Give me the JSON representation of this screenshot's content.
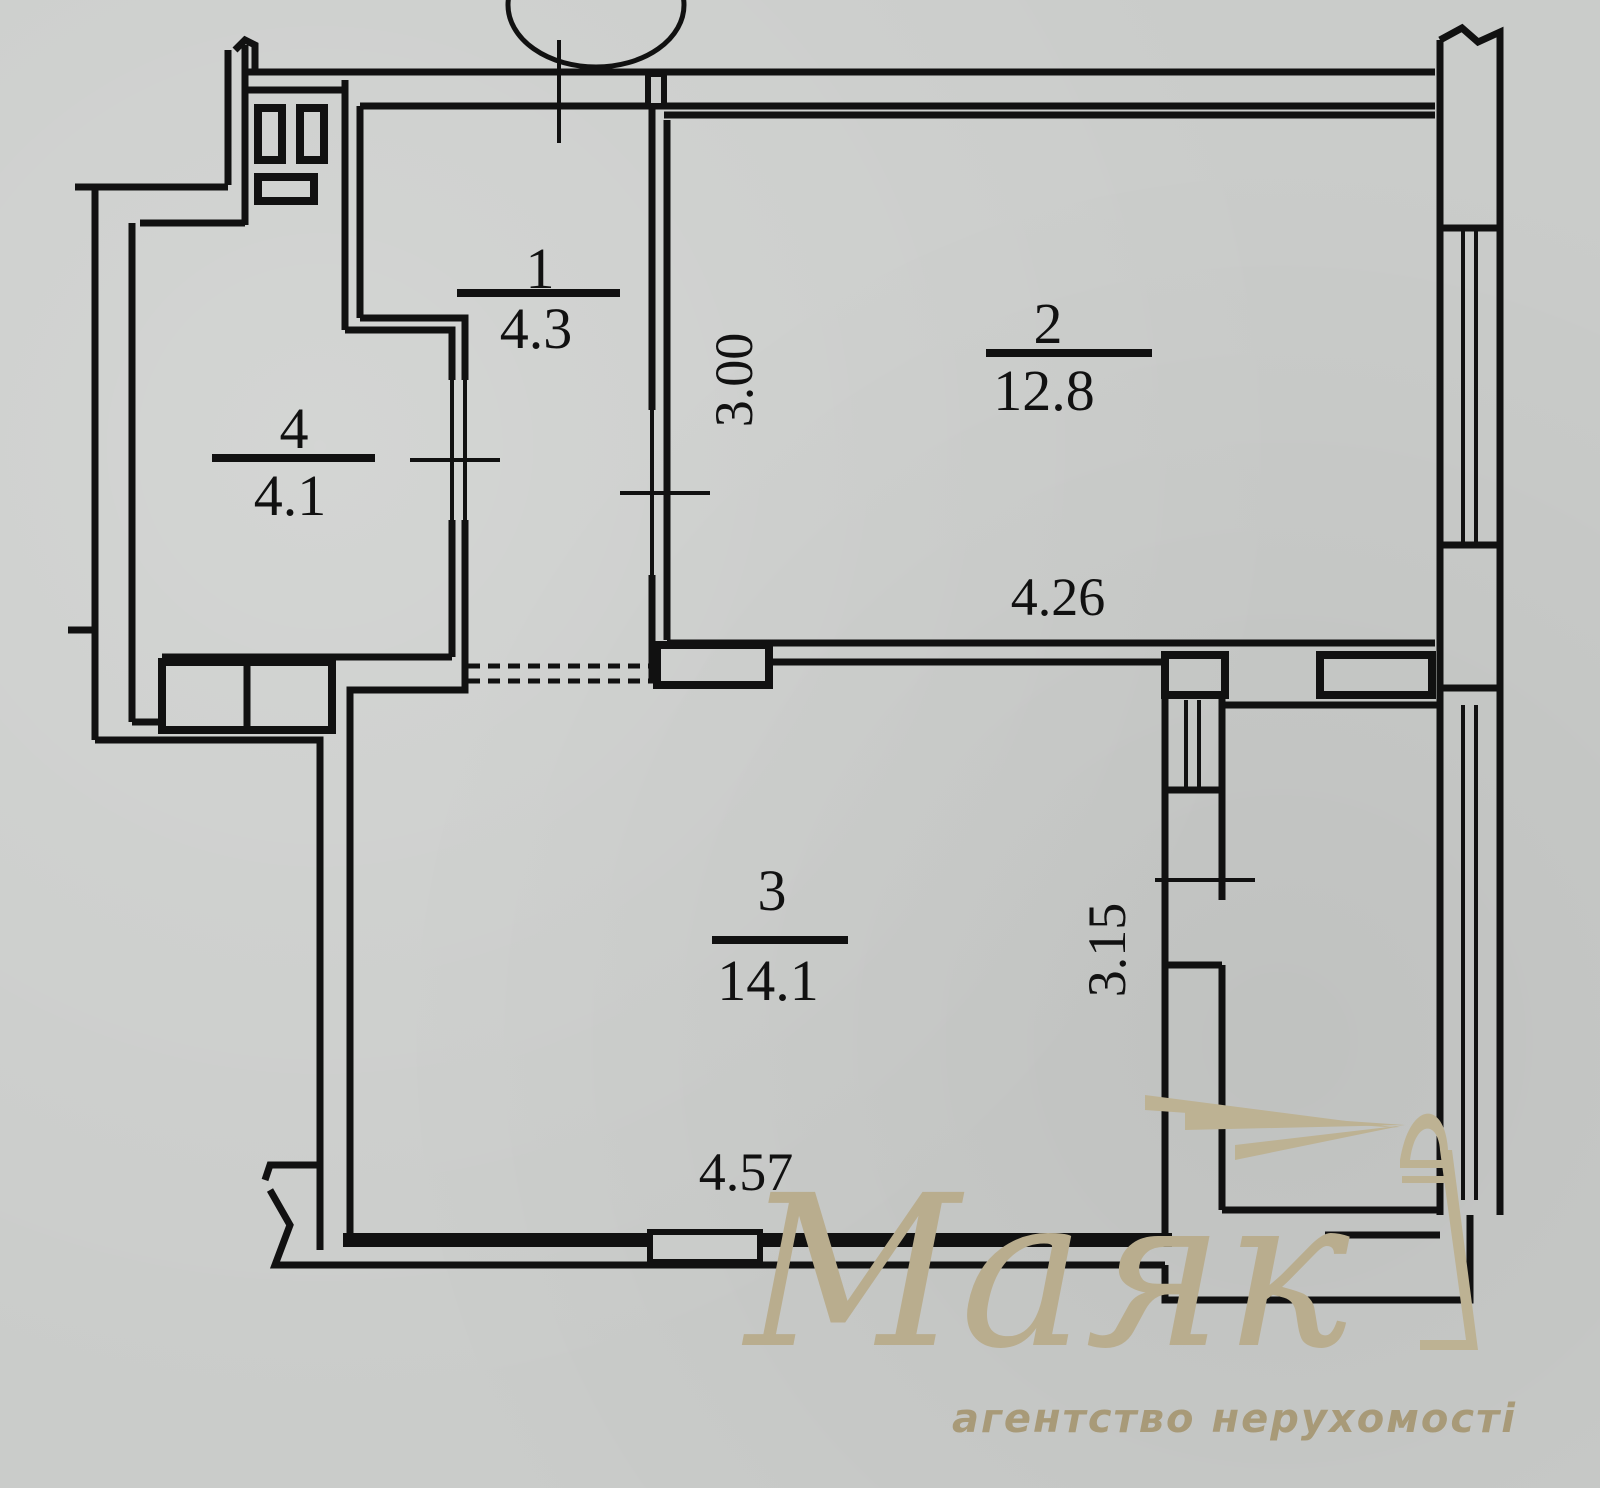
{
  "plan": {
    "rooms": [
      {
        "number": "1",
        "area": "4.3"
      },
      {
        "number": "2",
        "area": "12.8"
      },
      {
        "number": "3",
        "area": "14.1"
      },
      {
        "number": "4",
        "area": "4.1"
      }
    ],
    "dimensions": {
      "room2_height": "3.00",
      "room2_width": "4.26",
      "room3_height": "3.15",
      "room3_width": "4.57"
    }
  },
  "watermark": {
    "brand": "Маяк",
    "tagline": "агентство нерухомості",
    "color": "#b9ad8e"
  },
  "colors": {
    "background": "#caccca",
    "ink": "#111111"
  }
}
